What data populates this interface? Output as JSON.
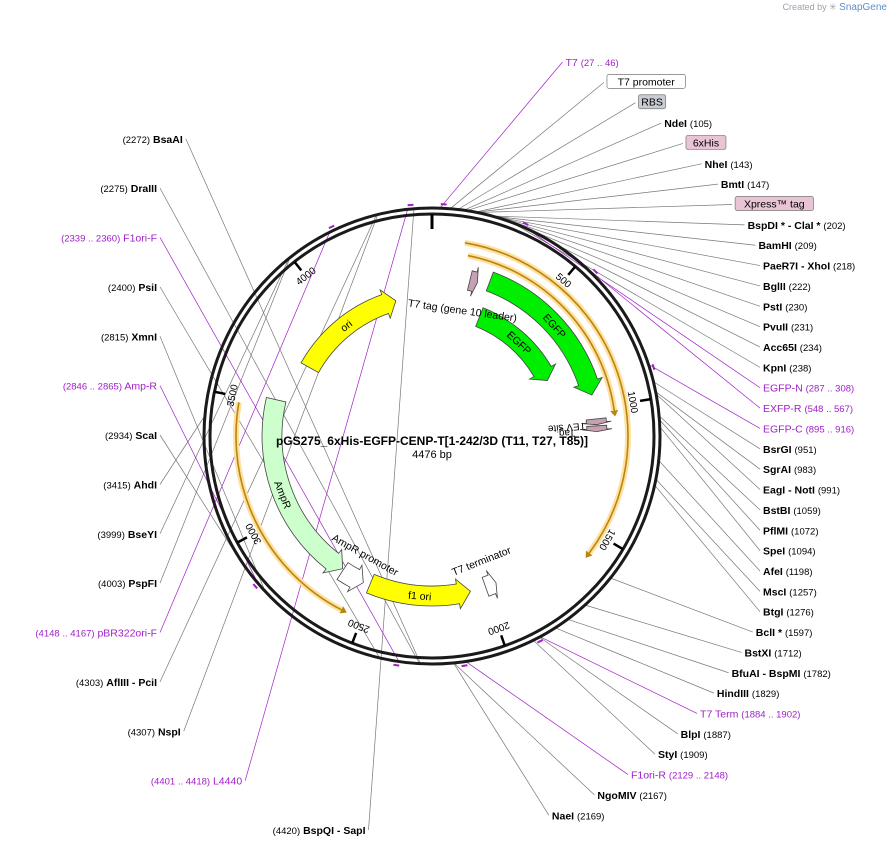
{
  "credit": {
    "created_by": "Created by",
    "brand": "SnapGene"
  },
  "plasmid": {
    "name": "pGS275_6xHis-EGFP-CENP-T[1-242/3D (T11, T27, T85)]",
    "length_label": "4476 bp",
    "length": 4476
  },
  "ticks": [
    500,
    1000,
    1500,
    2000,
    2500,
    3000,
    3500,
    4000
  ],
  "sites": [
    {
      "pos": 4420,
      "label": "(4420)",
      "name": "BspQI",
      "extra": "SapI",
      "color": "#000000",
      "bold": true
    },
    {
      "pos": 4401,
      "label": "(4401 .. 4418)",
      "name": "L4440",
      "color": "#a020c8",
      "primer": true
    },
    {
      "pos": 4307,
      "label": "(4307)",
      "name": "NspI",
      "color": "#000000",
      "bold": true
    },
    {
      "pos": 4303,
      "label": "(4303)",
      "name": "AflIII",
      "extra": "PciI",
      "color": "#000000",
      "bold": true
    },
    {
      "pos": 4148,
      "label": "(4148 .. 4167)",
      "name": "pBR322ori-F",
      "color": "#a020c8",
      "primer": true
    },
    {
      "pos": 4003,
      "label": "(4003)",
      "name": "PspFI",
      "color": "#000000",
      "bold": true
    },
    {
      "pos": 3999,
      "label": "(3999)",
      "name": "BseYI",
      "color": "#000000",
      "bold": true
    },
    {
      "pos": 3415,
      "label": "(3415)",
      "name": "AhdI",
      "color": "#000000",
      "bold": true
    },
    {
      "pos": 2934,
      "label": "(2934)",
      "name": "ScaI",
      "color": "#000000",
      "bold": true
    },
    {
      "pos": 2846,
      "label": "(2846 .. 2865)",
      "name": "Amp-R",
      "color": "#a020c8",
      "primer": true
    },
    {
      "pos": 2815,
      "label": "(2815)",
      "name": "XmnI",
      "color": "#000000",
      "bold": true
    },
    {
      "pos": 2400,
      "label": "(2400)",
      "name": "PsiI",
      "color": "#000000",
      "bold": true
    },
    {
      "pos": 2339,
      "label": "(2339 .. 2360)",
      "name": "F1ori-F",
      "color": "#a020c8",
      "primer": true
    },
    {
      "pos": 2275,
      "label": "(2275)",
      "name": "DraIII",
      "color": "#000000",
      "bold": true
    },
    {
      "pos": 2272,
      "label": "(2272)",
      "name": "BsaAI",
      "color": "#000000",
      "bold": true
    },
    {
      "pos": 2169,
      "label": "(2169)",
      "name": "NaeI",
      "color": "#000000",
      "bold": true
    },
    {
      "pos": 2167,
      "label": "(2167)",
      "name": "NgoMIV",
      "color": "#000000",
      "bold": true
    },
    {
      "pos": 2129,
      "label": "(2129 .. 2148)",
      "name": "F1ori-R",
      "color": "#a020c8",
      "primer": true
    },
    {
      "pos": 1909,
      "label": "(1909)",
      "name": "StyI",
      "color": "#000000",
      "bold": true
    },
    {
      "pos": 1884,
      "label": "(1884 .. 1902)",
      "name": "T7 Term",
      "color": "#a020c8",
      "primer": true
    },
    {
      "pos": 1887,
      "label": "(1887)",
      "name": "BlpI",
      "color": "#000000",
      "bold": true
    },
    {
      "pos": 1829,
      "label": "(1829)",
      "name": "HindIII",
      "color": "#000000",
      "bold": true
    },
    {
      "pos": 1782,
      "label": "(1782)",
      "name": "BfuAI",
      "extra": "BspMI",
      "color": "#000000",
      "bold": true
    },
    {
      "pos": 1712,
      "label": "(1712)",
      "name": "BstXI",
      "color": "#000000",
      "bold": true
    },
    {
      "pos": 1597,
      "label": "(1597)",
      "name": "BclI *",
      "color": "#000000",
      "bold": true
    },
    {
      "pos": 1276,
      "label": "(1276)",
      "name": "BtgI",
      "color": "#000000",
      "bold": true
    },
    {
      "pos": 1257,
      "label": "(1257)",
      "name": "MscI",
      "color": "#000000",
      "bold": true
    },
    {
      "pos": 1198,
      "label": "(1198)",
      "name": "AfeI",
      "color": "#000000",
      "bold": true
    },
    {
      "pos": 1094,
      "label": "(1094)",
      "name": "SpeI",
      "color": "#000000",
      "bold": true
    },
    {
      "pos": 1072,
      "label": "(1072)",
      "name": "PflMI",
      "color": "#000000",
      "bold": true
    },
    {
      "pos": 1059,
      "label": "(1059)",
      "name": "BstBI",
      "color": "#000000",
      "bold": true
    },
    {
      "pos": 991,
      "label": "(991)",
      "name": "EagI",
      "extra": "NotI",
      "color": "#000000",
      "bold": true
    },
    {
      "pos": 983,
      "label": "(983)",
      "name": "SgrAI",
      "color": "#000000",
      "bold": true
    },
    {
      "pos": 951,
      "label": "(951)",
      "name": "BsrGI",
      "color": "#000000",
      "bold": true
    },
    {
      "pos": 895,
      "label": "(895 .. 916)",
      "name": "EGFP-C",
      "color": "#a020c8",
      "primer": true
    },
    {
      "pos": 548,
      "label": "(548 .. 567)",
      "name": "EXFP-R",
      "color": "#a020c8",
      "primer": true
    },
    {
      "pos": 287,
      "label": "(287 .. 308)",
      "name": "EGFP-N",
      "color": "#a020c8",
      "primer": true
    },
    {
      "pos": 238,
      "label": "(238)",
      "name": "KpnI",
      "color": "#000000",
      "bold": true
    },
    {
      "pos": 234,
      "label": "(234)",
      "name": "Acc65I",
      "color": "#000000",
      "bold": true
    },
    {
      "pos": 231,
      "label": "(231)",
      "name": "PvuII",
      "color": "#000000",
      "bold": true
    },
    {
      "pos": 230,
      "label": "(230)",
      "name": "PstI",
      "color": "#000000",
      "bold": true
    },
    {
      "pos": 222,
      "label": "(222)",
      "name": "BglII",
      "color": "#000000",
      "bold": true
    },
    {
      "pos": 218,
      "label": "(218)",
      "name": "PaeR7I",
      "extra": "XhoI",
      "color": "#000000",
      "bold": true
    },
    {
      "pos": 209,
      "label": "(209)",
      "name": "BamHI",
      "color": "#000000",
      "bold": true
    },
    {
      "pos": 202,
      "label": "(202)",
      "name": "BspDI *",
      "extra": "ClaI *",
      "color": "#000000",
      "bold": true
    },
    {
      "pos": 155,
      "name": "Xpress™ tag",
      "color": "#000000",
      "boxed": "#e8c4d4"
    },
    {
      "pos": 147,
      "label": "(147)",
      "name": "BmtI",
      "color": "#000000",
      "bold": true
    },
    {
      "pos": 143,
      "label": "(143)",
      "name": "NheI",
      "color": "#000000",
      "bold": true
    },
    {
      "pos": 115,
      "name": "6xHis",
      "color": "#000000",
      "boxed": "#e8c4d4"
    },
    {
      "pos": 105,
      "label": "(105)",
      "name": "NdeI",
      "color": "#000000",
      "bold": true
    },
    {
      "pos": 85,
      "name": "RBS",
      "color": "#000000",
      "boxed": "#c8ccd2"
    },
    {
      "pos": 60,
      "name": "T7 promoter",
      "color": "#000000",
      "boxed": "#ffffff"
    },
    {
      "pos": 27,
      "label": "(27 .. 46)",
      "name": "T7",
      "color": "#a020c8",
      "primer": true
    }
  ],
  "features": [
    {
      "name": "ori",
      "start": 3720,
      "end": 4290,
      "dir": 1,
      "color": "#ffff00"
    },
    {
      "name": "AmpR",
      "start": 2660,
      "end": 3520,
      "dir": -1,
      "color": "#ccffcc"
    },
    {
      "name": "AmpR promoter",
      "start": 2550,
      "end": 2655,
      "dir": -1,
      "color": "#ffffff"
    },
    {
      "name": "f1 ori",
      "start": 2065,
      "end": 2520,
      "dir": -1,
      "color": "#ffff00"
    },
    {
      "name": "T7 terminator",
      "start": 1945,
      "end": 1995,
      "dir": -1,
      "color": "#ffffff"
    },
    {
      "name": "EGFP",
      "start": 255,
      "end": 940,
      "dir": 1,
      "color": "#00ee00"
    },
    {
      "name": "EGFP",
      "start": 270,
      "end": 800,
      "dir": 1,
      "color": "#00ee00"
    },
    {
      "name": "TEV site",
      "start": 1045,
      "end": 1070,
      "dir": 1,
      "color": "#c8a0b4"
    },
    {
      "name": "Tag",
      "start": 1075,
      "end": 1100,
      "dir": 1,
      "color": "#c8a0b4"
    },
    {
      "name": "T7 tag (gene 10 leader)",
      "start": 170,
      "end": 205,
      "dir": 1,
      "color": "#c8a0b4"
    }
  ],
  "orfs": [
    {
      "start": 120,
      "end": 1575,
      "dir": 1
    },
    {
      "start": 140,
      "end": 1020,
      "dir": 1
    },
    {
      "start": 2580,
      "end": 3480,
      "dir": -1
    }
  ],
  "colors": {
    "backbone": "#1a1a1a",
    "orf": "#b8860b",
    "orf_glow": "#ffe0a0",
    "primer": "#a020c8"
  }
}
